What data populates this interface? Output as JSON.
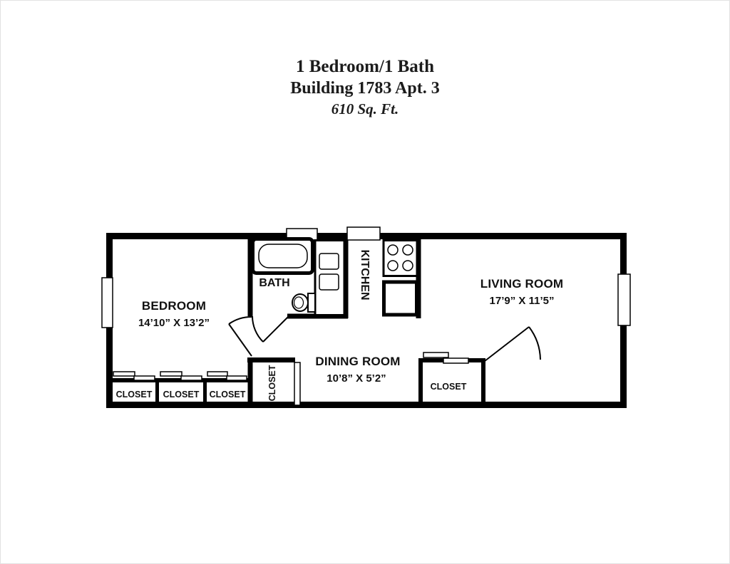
{
  "page": {
    "background": "#ffffff",
    "wall_color": "#000000"
  },
  "header": {
    "title": "1 Bedroom/1 Bath",
    "subtitle": "Building 1783 Apt. 3",
    "area": "610 Sq. Ft."
  },
  "floorplan": {
    "rooms": {
      "bedroom": {
        "label": "BEDROOM",
        "dimensions": "14’10” X 13’2”"
      },
      "bath": {
        "label": "BATH"
      },
      "kitchen": {
        "label": "KITCHEN"
      },
      "living_room": {
        "label": "LIVING ROOM",
        "dimensions": "17’9” X 11’5”"
      },
      "dining_room": {
        "label": "DINING ROOM",
        "dimensions": "10’8” X 5’2”"
      },
      "closet_1": {
        "label": "CLOSET"
      },
      "closet_2": {
        "label": "CLOSET"
      },
      "closet_3": {
        "label": "CLOSET"
      },
      "closet_hall": {
        "label": "CLOSET"
      },
      "closet_living": {
        "label": "CLOSET"
      }
    },
    "fixtures": [
      "bathtub",
      "toilet",
      "vanity-sink",
      "stove",
      "counter",
      "window",
      "sliding-door",
      "door-swing"
    ]
  }
}
